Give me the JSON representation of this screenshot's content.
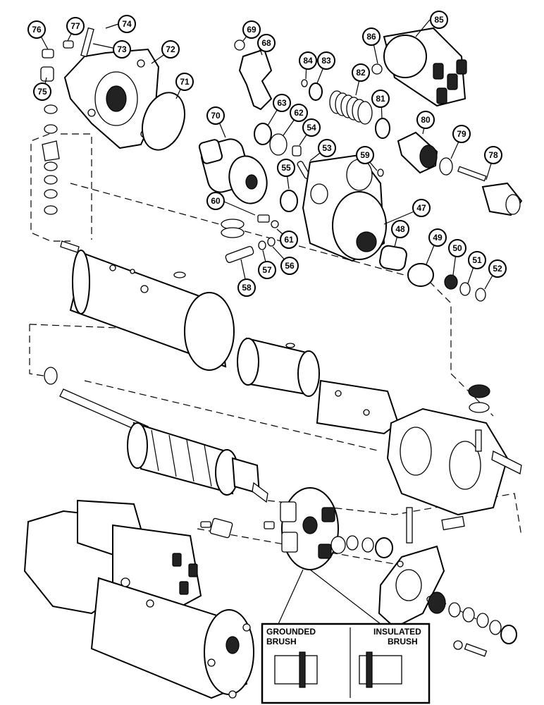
{
  "callouts": {
    "c47": "47",
    "c48": "48",
    "c49": "49",
    "c50": "50",
    "c51": "51",
    "c52": "52",
    "c53": "53",
    "c54": "54",
    "c55": "55",
    "c56": "56",
    "c57": "57",
    "c58": "58",
    "c59": "59",
    "c60": "60",
    "c61": "61",
    "c62": "62",
    "c63": "63",
    "c68": "68",
    "c69": "69",
    "c70": "70",
    "c71": "71",
    "c72": "72",
    "c73": "73",
    "c74": "74",
    "c75": "75",
    "c76": "76",
    "c77": "77",
    "c78": "78",
    "c79": "79",
    "c80": "80",
    "c81": "81",
    "c82": "82",
    "c83": "83",
    "c84": "84",
    "c85": "85",
    "c86": "86"
  },
  "inset": {
    "grounded_line1": "GROUNDED",
    "grounded_line2": "BRUSH",
    "insulated_line1": "INSULATED",
    "insulated_line2": "BRUSH"
  }
}
